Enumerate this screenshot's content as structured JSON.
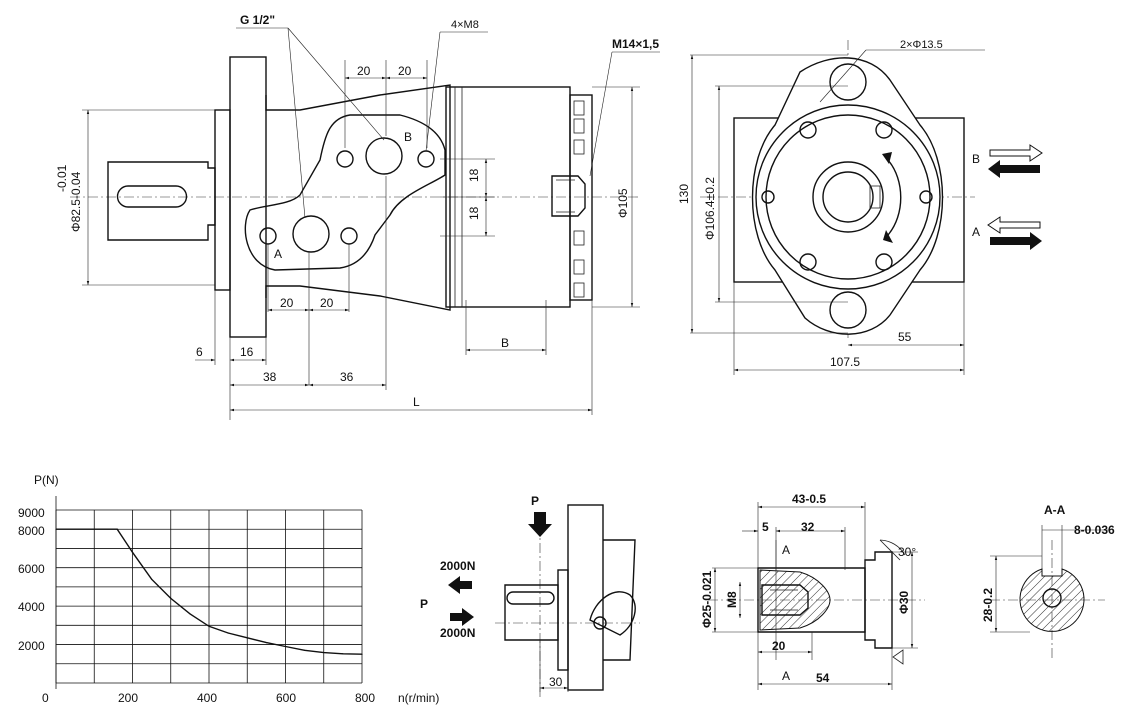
{
  "front_view": {
    "port_thread": "G 1/2\"",
    "mount_thread": "4×M8",
    "drain_thread": "M14×1,5",
    "port_a": "A",
    "port_b": "B",
    "dim_20_top_left": "20",
    "dim_20_top_right": "20",
    "dim_18_upper": "18",
    "dim_18_lower": "18",
    "dim_20_bottom_left": "20",
    "dim_20_bottom_right": "20",
    "dim_6": "6",
    "dim_16": "16",
    "dim_38": "38",
    "dim_36": "36",
    "dim_l": "L",
    "dim_b": "B",
    "pilot_tol_upper": "-0.01",
    "pilot_diameter": "Φ82.5-0.04",
    "body_diameter": "Φ105"
  },
  "side_view": {
    "hole_spec": "2×Φ13.5",
    "height_130": "130",
    "bolt_circle": "Φ106.4±0.2",
    "width_55": "55",
    "width_107_5": "107.5",
    "flow_b": "B",
    "flow_a": "A"
  },
  "load_chart": {
    "ylabel": "P(N)",
    "xlabel": "n(r/min)",
    "ytick_9000": "9000",
    "ytick_8000": "8000",
    "ytick_6000": "6000",
    "ytick_4000": "4000",
    "ytick_2000": "2000",
    "xtick_0": "0",
    "xtick_200": "200",
    "xtick_400": "400",
    "xtick_600": "600",
    "xtick_800": "800"
  },
  "chart_data": {
    "type": "line",
    "xlabel": "n(r/min)",
    "ylabel": "P(N)",
    "xlim": [
      0,
      800
    ],
    "ylim": [
      0,
      9000
    ],
    "x": [
      0,
      160,
      200,
      250,
      300,
      350,
      400,
      450,
      500,
      550,
      600,
      650,
      700,
      750,
      800
    ],
    "series": [
      {
        "values": [
          8000,
          8000,
          6800,
          5400,
          4400,
          3600,
          2950,
          2600,
          2350,
          2100,
          1900,
          1700,
          1580,
          1520,
          1500
        ]
      }
    ],
    "grid": true
  },
  "load_diagram": {
    "force_label": "P",
    "force_left_label": "P",
    "force_upper": "2000N",
    "force_lower": "2000N",
    "dim_30": "30"
  },
  "shaft_detail": {
    "dim_43": "43-0.5",
    "dim_5": "5",
    "dim_32": "32",
    "angle": "30°",
    "section_a": "A",
    "section_a2": "A",
    "thread_m8": "M8",
    "shaft_dia": "Φ25-0.021",
    "body_dia": "Φ30",
    "dim_20": "20",
    "dim_54": "54"
  },
  "section_aa": {
    "title": "A-A",
    "key_width": "8-0.036",
    "key_height": "28-0.2"
  }
}
